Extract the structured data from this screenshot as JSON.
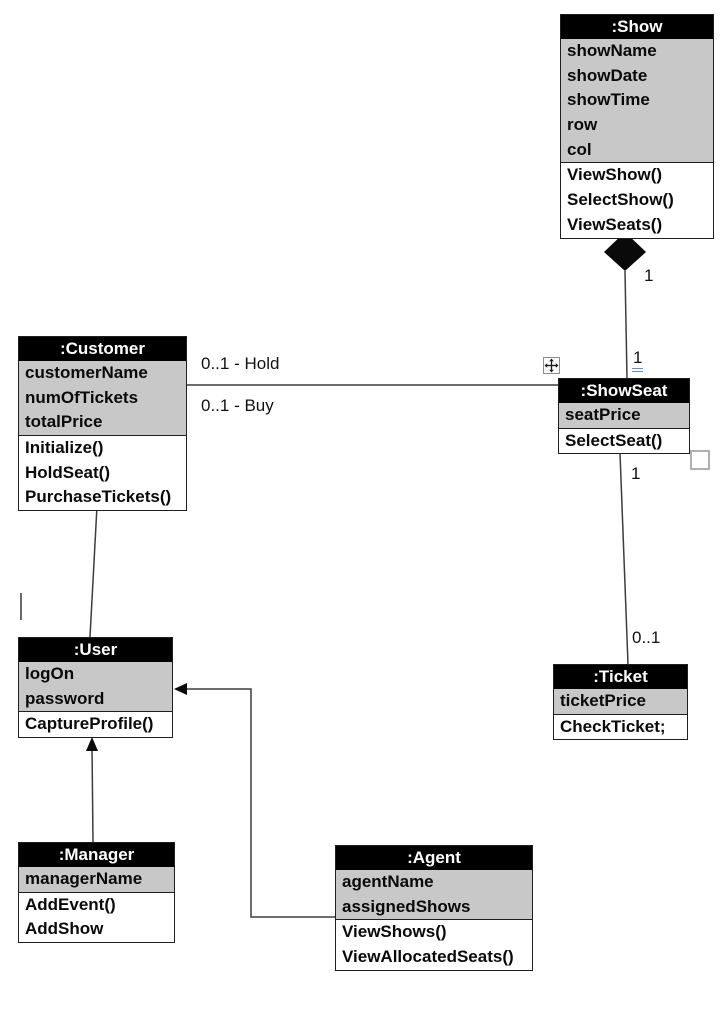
{
  "diagram": {
    "type": "uml-class-diagram",
    "colors": {
      "header_bg": "#000000",
      "header_text": "#ffffff",
      "attribute_bg": "#c8c8c8",
      "method_bg": "#ffffff",
      "border": "#1f1f1f",
      "connector": "#3d3d3d",
      "composition_diamond_fill": "#0a0a0a",
      "grammar_underline_blue": "#5b8fd9",
      "handle_border": "#8c8c8c"
    },
    "classes": [
      {
        "id": "show",
        "title": ":Show",
        "attributes": [
          "showName",
          "showDate",
          "showTime",
          "row",
          "col"
        ],
        "methods": [
          "ViewShow()",
          "SelectShow()",
          "ViewSeats()"
        ]
      },
      {
        "id": "showseat",
        "title": ":ShowSeat",
        "attributes": [
          "seatPrice"
        ],
        "methods": [
          "SelectSeat()"
        ]
      },
      {
        "id": "customer",
        "title": ":Customer",
        "attributes": [
          "customerName",
          "numOfTickets",
          "totalPrice"
        ],
        "methods": [
          "Initialize()",
          "HoldSeat()",
          "PurchaseTickets()"
        ]
      },
      {
        "id": "ticket",
        "title": ":Ticket",
        "attributes": [
          "ticketPrice"
        ],
        "methods": [
          "CheckTicket;"
        ]
      },
      {
        "id": "user",
        "title": ":User",
        "attributes": [
          "logOn",
          "password"
        ],
        "methods": [
          "CaptureProfile()"
        ]
      },
      {
        "id": "manager",
        "title": ":Manager",
        "attributes": [
          "managerName"
        ],
        "methods": [
          "AddEvent()",
          "AddShow"
        ]
      },
      {
        "id": "agent",
        "title": ":Agent",
        "attributes": [
          "agentName",
          "assignedShows"
        ],
        "methods": [
          "ViewShows()",
          "ViewAllocatedSeats()"
        ]
      }
    ],
    "labels": {
      "hold": "0..1 - Hold",
      "buy": "0..1 - Buy",
      "composition_near": "1",
      "composition_far": "1",
      "showseat_ticket_near": "1",
      "showseat_ticket_far": "0..1"
    },
    "icons": {
      "move_handle": "move-handle-icon",
      "selection_square": "selection-handle",
      "text_caret": "text-caret"
    }
  }
}
